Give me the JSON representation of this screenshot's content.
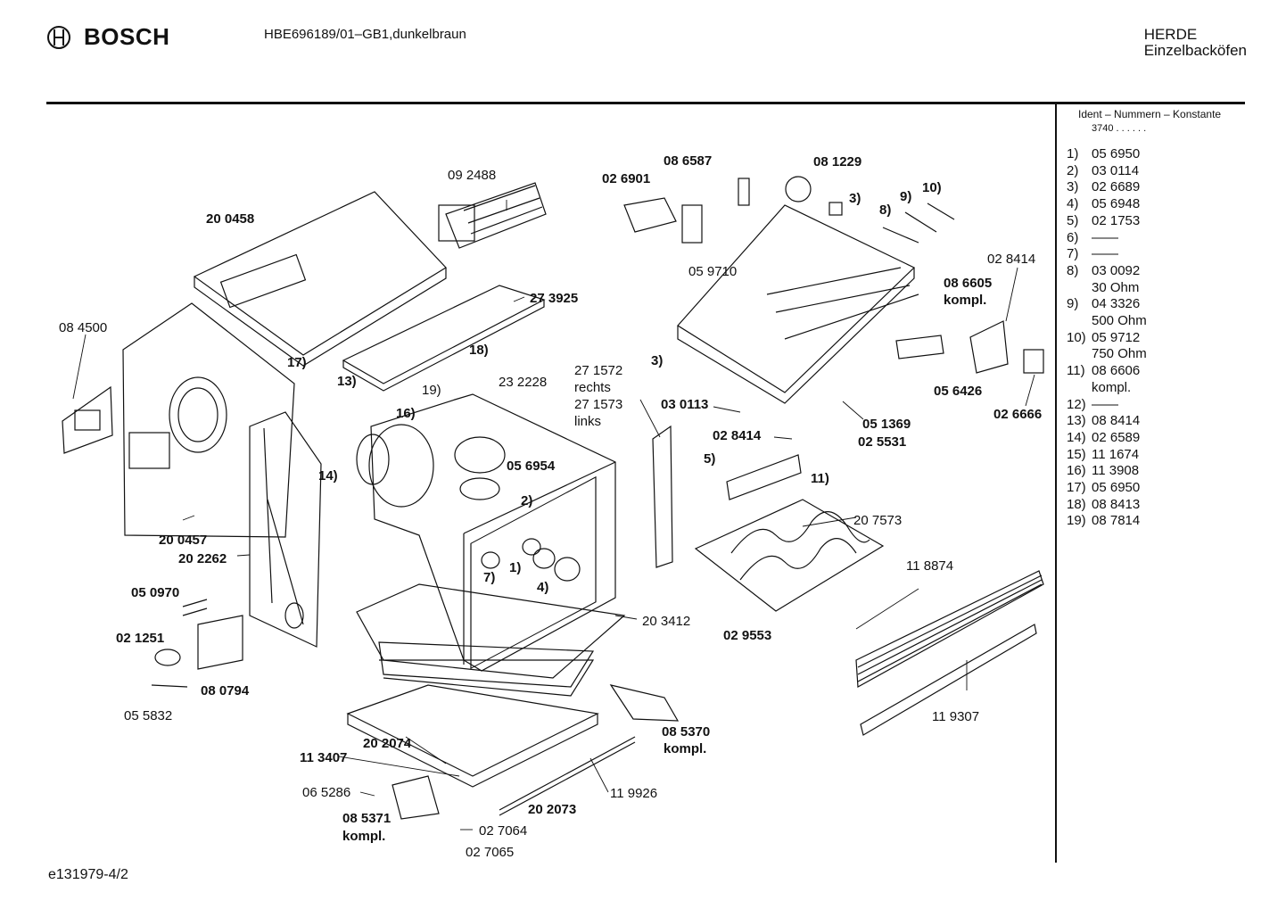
{
  "brand": "BOSCH",
  "model": "HBE696189/01–GB1,dunkelbraun",
  "category": {
    "line1": "HERDE",
    "line2": "Einzelbacköfen"
  },
  "sidebar": {
    "heading": "Ident – Nummern – Konstante",
    "constant": "3740 . . . . . .",
    "items": [
      {
        "n": "1)",
        "v": "05 6950"
      },
      {
        "n": "2)",
        "v": "03 0114"
      },
      {
        "n": "3)",
        "v": "02 6689"
      },
      {
        "n": "4)",
        "v": "05 6948"
      },
      {
        "n": "5)",
        "v": "02 1753"
      },
      {
        "n": "6)",
        "v": "——"
      },
      {
        "n": "7)",
        "v": "——"
      },
      {
        "n": "8)",
        "v": "03 0092"
      },
      {
        "n": "",
        "v": "30 Ohm"
      },
      {
        "n": "9)",
        "v": "04 3326"
      },
      {
        "n": "",
        "v": "500 Ohm"
      },
      {
        "n": "10)",
        "v": "05 9712"
      },
      {
        "n": "",
        "v": "750 Ohm"
      },
      {
        "n": "11)",
        "v": "08 6606"
      },
      {
        "n": "",
        "v": "kompl."
      },
      {
        "n": "12)",
        "v": "——"
      },
      {
        "n": "13)",
        "v": "08 8414"
      },
      {
        "n": "14)",
        "v": "02 6589"
      },
      {
        "n": "15)",
        "v": "11 1674"
      },
      {
        "n": "16)",
        "v": "11 3908"
      },
      {
        "n": "17)",
        "v": "05 6950"
      },
      {
        "n": "18)",
        "v": "08 8413"
      },
      {
        "n": "19)",
        "v": "08 7814"
      }
    ]
  },
  "labels": {
    "p092488": "09 2488",
    "p200458": "20 0458",
    "p084500": "08 4500",
    "p273925": "27 3925",
    "r17": "17)",
    "r18": "18)",
    "r13": "13)",
    "r19": "19)",
    "r16": "16)",
    "r14": "14)",
    "p232228": "23 2228",
    "p271572": "27 1572",
    "rechts": "rechts",
    "p271573": "27 1573",
    "links": "links",
    "p056954": "05 6954",
    "p200457": "20 0457",
    "p202262": "20 2262",
    "p050970": "05 0970",
    "p021251": "02 1251",
    "p080794": "08 0794",
    "p055832": "05 5832",
    "r2": "2)",
    "r1": "1)",
    "r7": "7)",
    "r4": "4)",
    "p203412": "20 3412",
    "p113407": "11 3407",
    "p202074": "20 2074",
    "p065286": "06 5286",
    "p085371": "08 5371",
    "kompl1": "kompl.",
    "p027064": "02 7064",
    "p027065": "02 7065",
    "p202073": "20 2073",
    "p119926": "11 9926",
    "p085370": "08 5370",
    "kompl2": "kompl.",
    "p086587": "08 6587",
    "p026901": "02 6901",
    "p081229": "08 1229",
    "r3a": "3)",
    "r9": "9)",
    "r10": "10)",
    "r8": "8)",
    "p059710": "05 9710",
    "p028414a": "02 8414",
    "p086605": "08 6605",
    "kompl3": "kompl.",
    "r3b": "3)",
    "p030113": "03 0113",
    "p056426": "05 6426",
    "p051369": "05 1369",
    "p028414b": "02 8414",
    "p025531": "02 5531",
    "p026666": "02 6666",
    "r5": "5)",
    "r11": "11)",
    "p207573": "20 7573",
    "p118874": "11 8874",
    "p029553": "02 9553",
    "p119307": "11 9307"
  },
  "footer": "e131979-4/2"
}
